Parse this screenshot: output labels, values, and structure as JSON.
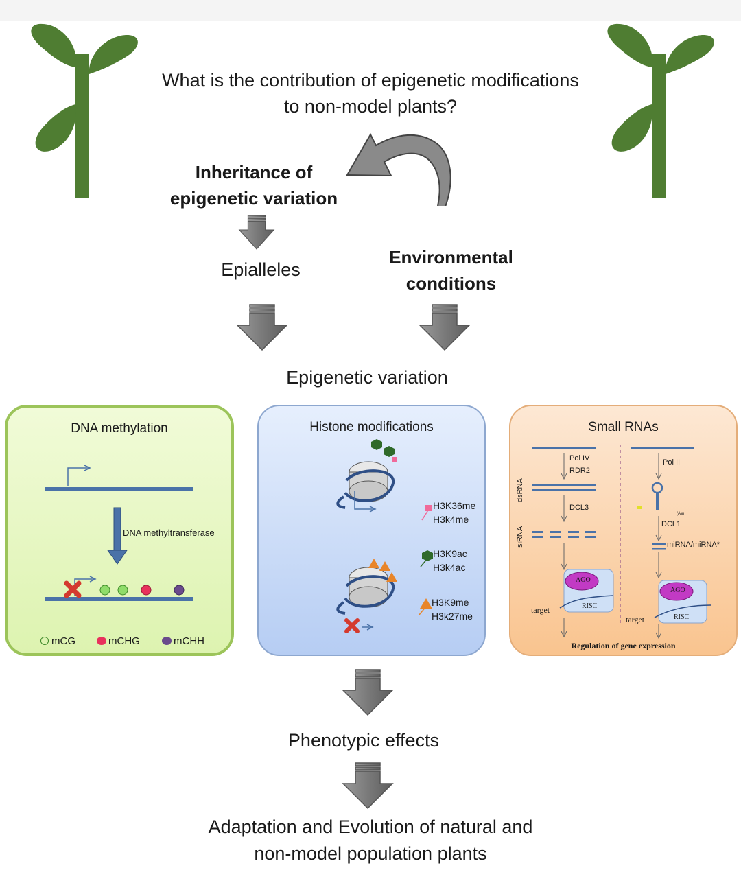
{
  "question": [
    "What is the contribution of epigenetic modifications",
    "to non-model plants?"
  ],
  "inheritance": [
    "Inheritance of",
    "epigenetic variation"
  ],
  "environment": [
    "Environmental",
    "conditions"
  ],
  "epialleles": "Epialleles",
  "epigenetic_variation": "Epigenetic variation",
  "phenotypic_effects": "Phenotypic effects",
  "adaptation": [
    "Adaptation and Evolution of natural and",
    "non-model population plants"
  ],
  "dna_panel": {
    "title": "DNA methylation",
    "enzyme": "DNA methyltransferase",
    "legend": [
      {
        "label": "mCG",
        "color": "#8fdc6a"
      },
      {
        "label": "mCHG",
        "color": "#e8315c"
      },
      {
        "label": "mCHH",
        "color": "#6a4a8c"
      }
    ]
  },
  "histone_panel": {
    "title": "Histone modifications",
    "marks": [
      {
        "labels": [
          "H3K36me",
          "H3k4me"
        ],
        "shape": "pink-square-icon"
      },
      {
        "labels": [
          "H3K9ac",
          "H3k4ac"
        ],
        "shape": "green-hexagon-icon"
      },
      {
        "labels": [
          "H3K9me",
          "H3k27me"
        ],
        "shape": "orange-triangle-icon"
      }
    ]
  },
  "rna_panel": {
    "title": "Small RNAs",
    "pol_iv": "Pol IV",
    "rdr2": "RDR2",
    "pol_ii": "Pol II",
    "dsrna": "dsRNA",
    "sirna": "siRNA",
    "dcl3": "DCL3",
    "dcl1": "DCL1",
    "mirna": "miRNA/miRNA*",
    "ago": "AGO",
    "risc": "RISC",
    "target": "target",
    "polya": "(A)n",
    "regulation": "Regulation of gene expression"
  },
  "colors": {
    "plant": "#4f7d32",
    "arrow": "#7c7c7c",
    "strand": "#4a72a8"
  }
}
